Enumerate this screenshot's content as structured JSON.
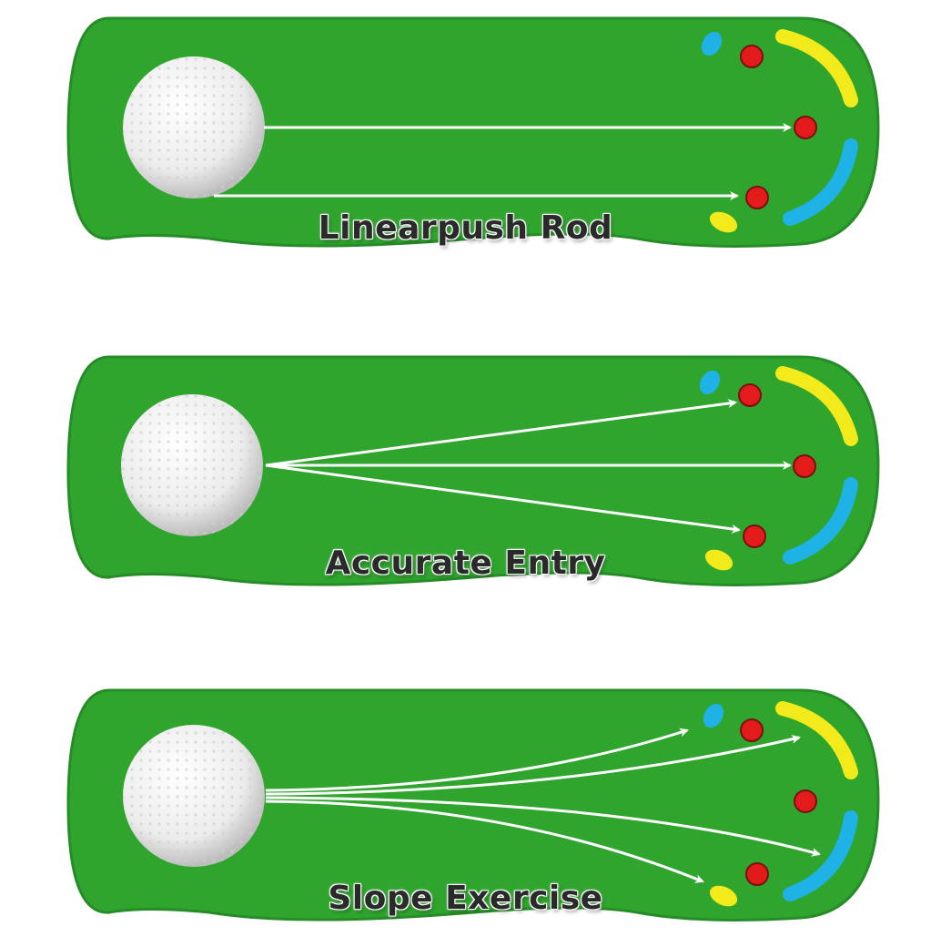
{
  "colors": {
    "mat_green": "#2fa52e",
    "mat_green_dark": "#1f8a22",
    "ball_white": "#f4f4f4",
    "hole_red": "#e31b1b",
    "bumper_yellow": "#f2ea1a",
    "bumper_blue": "#1eb2e6",
    "arrow": "#ffffff",
    "caption_text": "#2a2a2a"
  },
  "panels": [
    {
      "id": "linear",
      "caption": "Linearpush Rod",
      "arrow_style": "straight-parallel",
      "arrow_count": 2
    },
    {
      "id": "accurate",
      "caption": "Accurate Entry",
      "arrow_style": "fan-to-holes",
      "arrow_count": 3
    },
    {
      "id": "slope",
      "caption": "Slope Exercise",
      "arrow_style": "curved-fan",
      "arrow_count": 4
    }
  ],
  "icons": {
    "ball": "golf-ball-icon",
    "hole": "target-hole-icon",
    "bumper": "bumper-icon"
  }
}
